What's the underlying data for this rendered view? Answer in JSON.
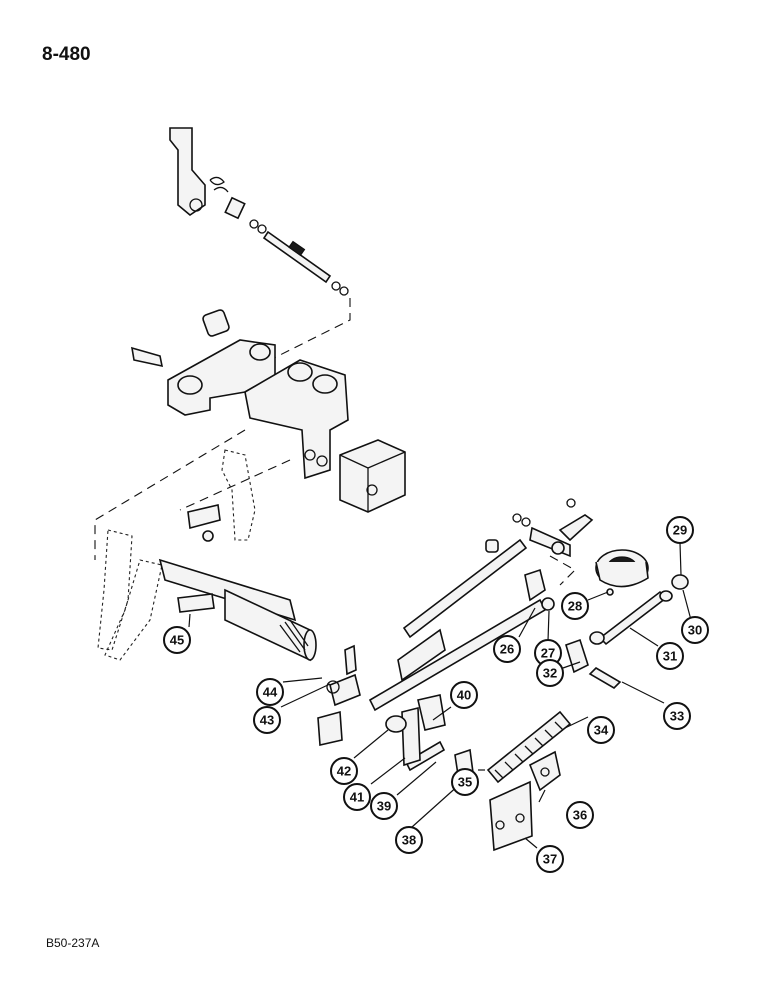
{
  "page": {
    "number": "8-480",
    "figure_code": "B50-237A"
  },
  "callouts": [
    "26",
    "27",
    "28",
    "29",
    "30",
    "31",
    "32",
    "33",
    "34",
    "35",
    "36",
    "37",
    "38",
    "39",
    "40",
    "41",
    "42",
    "43",
    "44",
    "45"
  ]
}
